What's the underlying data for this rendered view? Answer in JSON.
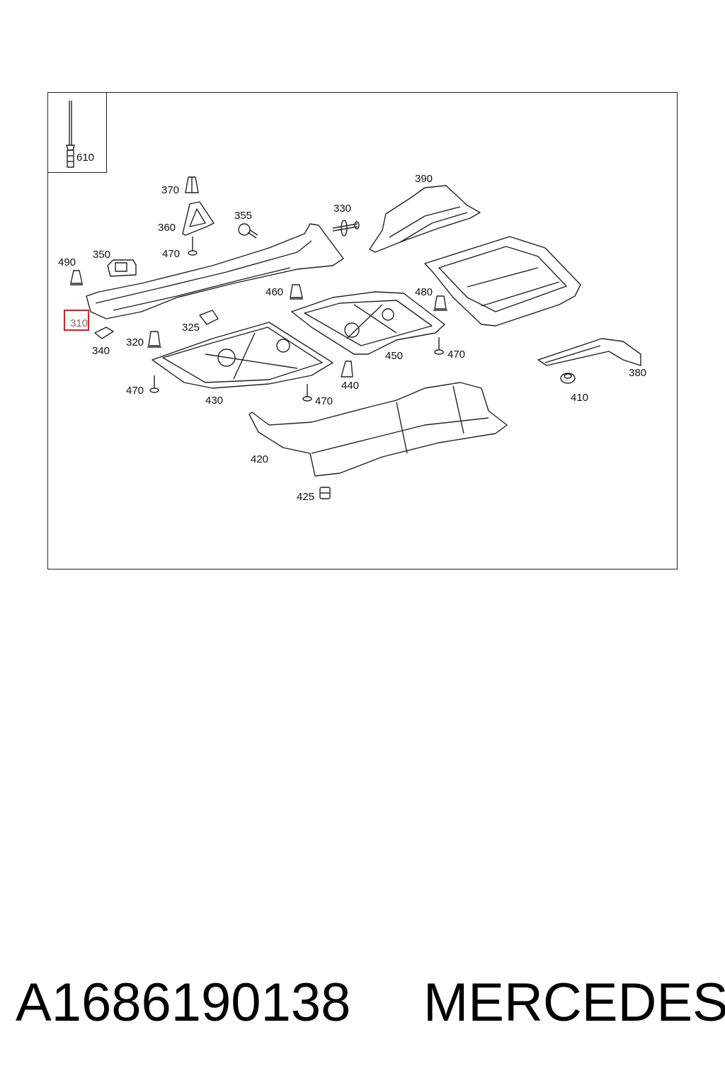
{
  "diagram": {
    "inset_label": "610",
    "callouts": [
      {
        "id": "370",
        "text": "370"
      },
      {
        "id": "390",
        "text": "390"
      },
      {
        "id": "355",
        "text": "355"
      },
      {
        "id": "330",
        "text": "330"
      },
      {
        "id": "360",
        "text": "360"
      },
      {
        "id": "470a",
        "text": "470"
      },
      {
        "id": "490",
        "text": "490"
      },
      {
        "id": "350",
        "text": "350"
      },
      {
        "id": "460",
        "text": "460"
      },
      {
        "id": "480",
        "text": "480"
      },
      {
        "id": "310",
        "text": "310",
        "highlighted": true
      },
      {
        "id": "325",
        "text": "325"
      },
      {
        "id": "340",
        "text": "340"
      },
      {
        "id": "320",
        "text": "320"
      },
      {
        "id": "450",
        "text": "450"
      },
      {
        "id": "470b",
        "text": "470"
      },
      {
        "id": "380",
        "text": "380"
      },
      {
        "id": "440",
        "text": "440"
      },
      {
        "id": "470c",
        "text": "470"
      },
      {
        "id": "430",
        "text": "430"
      },
      {
        "id": "470d",
        "text": "470"
      },
      {
        "id": "410",
        "text": "410"
      },
      {
        "id": "420",
        "text": "420"
      },
      {
        "id": "425",
        "text": "425"
      }
    ],
    "highlight_color": "#e02020"
  },
  "footer": {
    "part_number": "A1686190138",
    "brand": "MERCEDES"
  }
}
